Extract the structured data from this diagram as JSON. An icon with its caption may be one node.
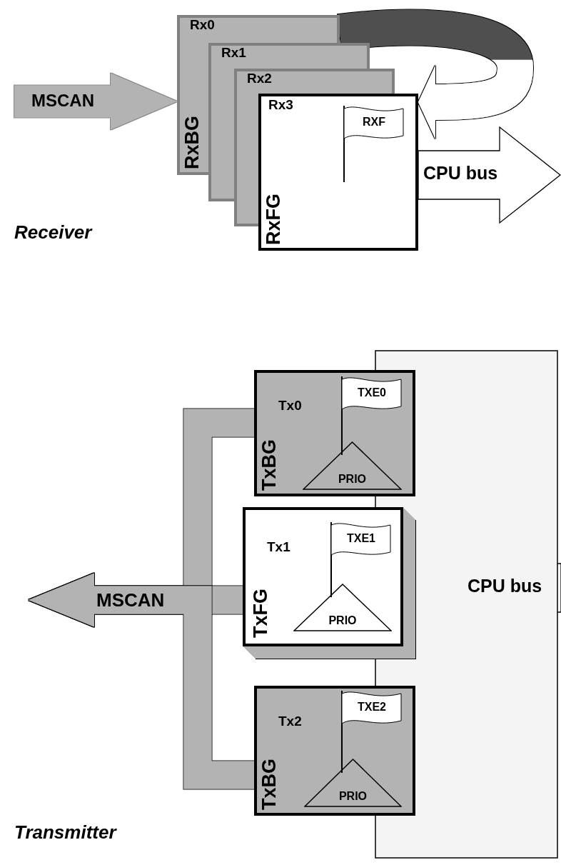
{
  "diagram": {
    "nodes": [
      {
        "text": [
          "Rx0",
          "RxBG"
        ]
      },
      {
        "text": [
          "Rx1"
        ]
      },
      {
        "text": [
          "Rx2"
        ]
      },
      {
        "text": [
          "Rx3",
          "RxFG"
        ]
      },
      {
        "text": [
          "RXF"
        ],
        "in": 3
      },
      {
        "text": [],
        "shape": "box"
      },
      {
        "text": [
          "Tx0",
          "TxBG"
        ]
      },
      {
        "text": [
          "TXE0"
        ],
        "in": 6
      },
      {
        "text": [
          "PRIO"
        ],
        "in": 6
      },
      {
        "text": [
          "Tx1",
          "TxFG"
        ]
      },
      {
        "text": [
          "TXE1"
        ],
        "in": 9
      },
      {
        "text": [
          "PRIO"
        ],
        "in": 9
      },
      {
        "text": [
          "Tx2",
          "TxBG"
        ]
      },
      {
        "text": [
          "TXE2"
        ],
        "in": 12
      },
      {
        "text": [
          "PRIO"
        ],
        "in": 12
      }
    ],
    "edges": [
      {
        "from": 0,
        "to": 3,
        "arrow": "to"
      },
      {
        "from": null,
        "to": 0,
        "arrow": "to",
        "label": "MSCAN"
      },
      {
        "from": 3,
        "to": null,
        "arrow": "to",
        "label": "CPU bus"
      },
      {
        "from": 6,
        "to": null,
        "arrow": "to",
        "label": "MSCAN"
      },
      {
        "from": 9,
        "to": null,
        "arrow": "to"
      },
      {
        "from": 12,
        "to": null,
        "arrow": "to"
      },
      {
        "from": null,
        "to": 9,
        "arrow": "to",
        "label": "CPU bus"
      }
    ],
    "labels": [
      "Receiver",
      "Transmitter"
    ]
  }
}
